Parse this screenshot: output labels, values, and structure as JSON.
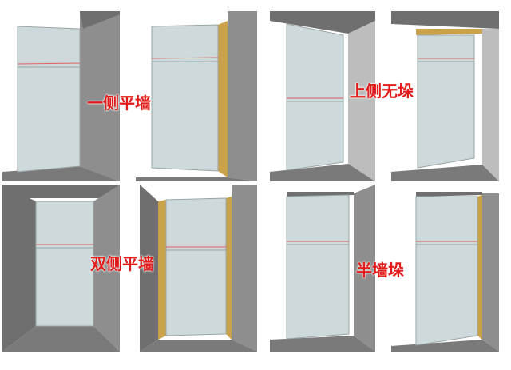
{
  "diagram": {
    "captions": [
      "一侧平墙",
      "上侧无垛",
      "双侧平墙",
      "半墙垛"
    ],
    "colors": {
      "door_glass": "#cdd9da",
      "door_edge": "#9aa5a6",
      "wall_dark": "#6f6f6f",
      "wall_mid": "#8e8e8e",
      "wall_light": "#bdbdbd",
      "floor": "#7a7a7a",
      "wood_frame": "#c9a24a",
      "red_line": "#e06060",
      "caption": "#e21b1b"
    }
  }
}
